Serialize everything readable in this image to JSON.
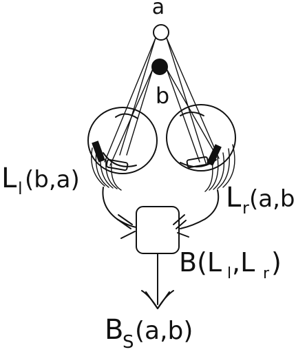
{
  "labels": {
    "point_a": "a",
    "point_b": "b",
    "left_eye": "L",
    "left_eye_sub": "l",
    "left_eye_args": "(b,a)",
    "right_eye": "L",
    "right_eye_sub": "r",
    "right_eye_args": "(a,b)",
    "brain": "B(L",
    "brain_sub_l": "l",
    "brain_comma": ",L",
    "brain_sub_r": "r",
    "brain_close": ")",
    "output": "B",
    "output_sub": "S",
    "output_args": "(a,b)"
  },
  "colors": {
    "ink": "#111111",
    "paper": "#ffffff"
  }
}
